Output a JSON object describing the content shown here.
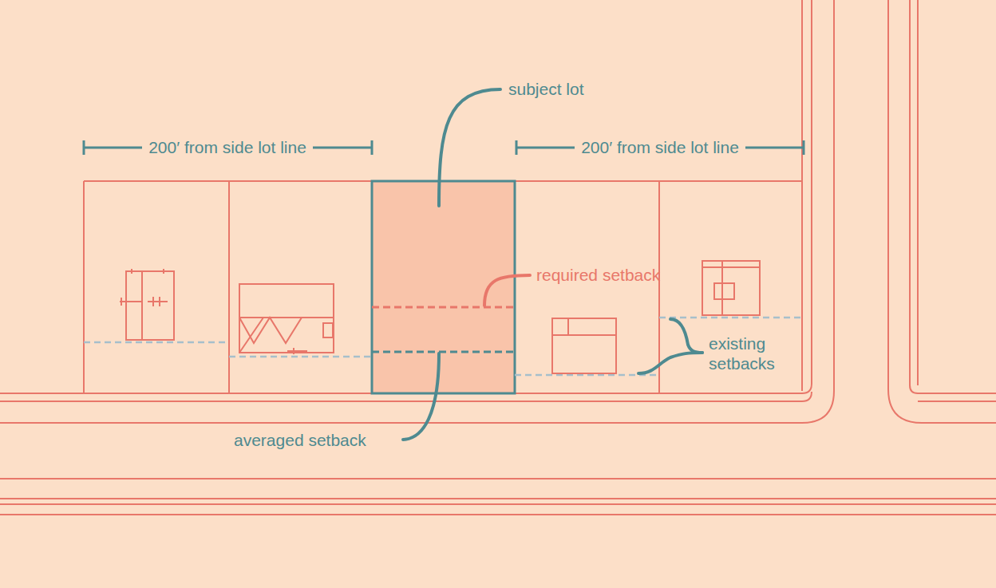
{
  "diagram": {
    "labels": [
      "subject lot",
      "200′ from side lot line",
      "200′ from side lot line",
      "required setback",
      "existing setbacks",
      "averaged setback"
    ]
  }
}
